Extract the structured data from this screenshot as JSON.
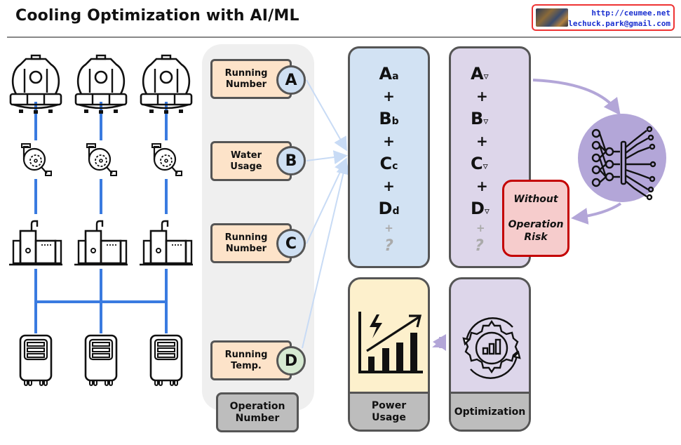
{
  "header": {
    "title": "Cooling Optimization with AI/ML",
    "brand": {
      "url": "http://ceumee.net",
      "email": "lechuck.park@gmail.com"
    }
  },
  "equipment": {
    "columns": 3,
    "rows": [
      "cooling-tower",
      "pump",
      "chiller",
      "air-handler"
    ],
    "pipe_color": "#3a7be0"
  },
  "inputs": {
    "items": [
      {
        "label": "Running\nNumber",
        "badge": "A",
        "badge_color": "#cfe0f3"
      },
      {
        "label": "Water\nUsage",
        "badge": "B",
        "badge_color": "#cfe0f3"
      },
      {
        "label": "Running\nNumber",
        "badge": "C",
        "badge_color": "#cfe0f3"
      },
      {
        "label": "Running\nTemp.",
        "badge": "D",
        "badge_color": "#d6ead2"
      }
    ],
    "caption": "Operation\nNumber"
  },
  "model_formula": {
    "terms": [
      {
        "var": "A",
        "coef": "a"
      },
      {
        "var": "B",
        "coef": "b"
      },
      {
        "var": "C",
        "coef": "c"
      },
      {
        "var": "D",
        "coef": "d"
      }
    ],
    "plus": "+",
    "unknown": "?"
  },
  "optimized_formula": {
    "terms": [
      {
        "var": "A",
        "coef": "▿"
      },
      {
        "var": "B",
        "coef": "▿"
      },
      {
        "var": "C",
        "coef": "▿"
      },
      {
        "var": "D",
        "coef": "▿"
      }
    ],
    "plus": "+",
    "unknown": "?"
  },
  "constraint": {
    "line1": "Without",
    "line2": "Operation",
    "line3": "Risk"
  },
  "ai": {
    "icon": "neural-network-icon"
  },
  "outputs": {
    "power": {
      "caption": "Power\nUsage",
      "icon": "power-growth-chart-icon"
    },
    "optimization": {
      "caption": "Optimization",
      "icon": "gear-cycle-chart-icon"
    }
  },
  "colors": {
    "input_fill": "#fde3c9",
    "model_fill": "#d2e2f3",
    "optimized_fill": "#ddd6ea",
    "risk_fill": "#f6cccc",
    "risk_border": "#c40000",
    "ai_circle": "#b3a6d8",
    "power_fill": "#fdf0cc",
    "caption_fill": "#bdbdbd",
    "input_arrow": "#c8dbf5",
    "purple_arrow": "#b3a6d8"
  }
}
